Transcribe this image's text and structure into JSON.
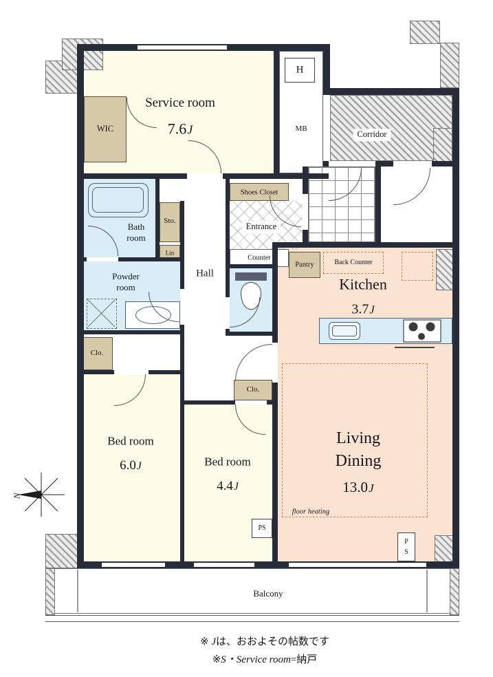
{
  "rooms": {
    "service": {
      "label": "Service room",
      "area": "7.6",
      "unit": "J"
    },
    "wic": {
      "label": "WIC"
    },
    "bath": {
      "line1": "Bath",
      "line2": "room"
    },
    "sto": {
      "label": "Sto."
    },
    "lin": {
      "label": "Lin"
    },
    "powder": {
      "line1": "Powder",
      "line2": "room"
    },
    "hall": {
      "label": "Hall"
    },
    "entrance": {
      "label": "Entrance"
    },
    "shoes_closet": {
      "label": "Shoes Closet"
    },
    "counter": {
      "label": "Counter"
    },
    "mb": {
      "label": "MB"
    },
    "h": {
      "label": "H"
    },
    "corridor": {
      "label": "Corridor"
    },
    "pantry": {
      "label": "Pantry"
    },
    "back_counter": {
      "label": "Back Counter"
    },
    "kitchen": {
      "label": "Kitchen",
      "area": "3.7",
      "unit": "J"
    },
    "living": {
      "line1": "Living",
      "line2": "Dining",
      "area": "13.0",
      "unit": "J",
      "floor_heating": "floor heating"
    },
    "bedroom1": {
      "label": "Bed room",
      "area": "6.0",
      "unit": "J"
    },
    "bedroom2": {
      "label": "Bed room",
      "area": "4.4",
      "unit": "J"
    },
    "clo1": {
      "label": "Clo."
    },
    "clo2": {
      "label": "Clo."
    },
    "ps": {
      "label": "PS"
    },
    "ps2": {
      "p": "P",
      "s": "S"
    },
    "balcony": {
      "label": "Balcony"
    }
  },
  "compass": {
    "north": "N"
  },
  "notes": {
    "n1_prefix": "※ ",
    "n1_italic": "J",
    "n1_rest": "は、おおよその帖数です",
    "n2_prefix": "※",
    "n2_italic": "S・Service room",
    "n2_rest": "=納戸"
  },
  "colors": {
    "wall": "#272c39",
    "room_cream": "#fcfce9",
    "room_peach": "#fae3d1",
    "room_blue": "#d9edf6",
    "closet_tan": "#d6c9a7",
    "dashed_accent": "#c08a52"
  }
}
